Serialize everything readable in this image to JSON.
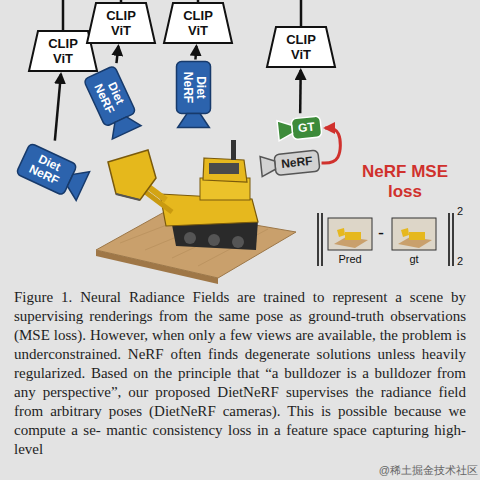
{
  "diagram": {
    "caption": "Figure 1. Neural Radiance Fields are trained to represent a scene by supervising renderings from the same pose as ground-truth observations (MSE loss). However, when only a few views are available, the problem is underconstrained. NeRF often finds degenerate solutions unless heavily regularized. Based on the principle that “a bulldozer is a bulldozer from any perspective”, our proposed DietNeRF supervises the radiance field from arbitrary poses (DietNeRF cameras). This is possible because we compute a se- mantic consistency loss in a feature space capturing high-level",
    "nodes": [
      {
        "text": [
          "CLIP ViT"
        ]
      },
      {
        "text": [
          "CLIP ViT"
        ]
      },
      {
        "text": [
          "CLIP ViT"
        ]
      },
      {
        "text": [
          "CLIP ViT"
        ]
      },
      {
        "text": [
          "Diet NeRF"
        ]
      },
      {
        "text": [
          "Diet NeRF"
        ]
      },
      {
        "text": [
          "GT"
        ]
      },
      {
        "text": [
          "NeRF"
        ]
      },
      {
        "text": [
          "Diet NeRF"
        ]
      }
    ],
    "edges": [
      {
        "from": 8,
        "to": 0,
        "arrow": "to"
      },
      {
        "from": 4,
        "to": 1,
        "arrow": "to"
      },
      {
        "from": 5,
        "to": 2,
        "arrow": "to"
      },
      {
        "from": 6,
        "to": 3,
        "arrow": "to"
      },
      {
        "from": 7,
        "to": 6,
        "arrow": "to"
      }
    ],
    "labels": [
      "NeRF MSE loss",
      "2",
      "-",
      "2",
      "Pred",
      "gt",
      "@稀土掘金技术社区"
    ]
  }
}
